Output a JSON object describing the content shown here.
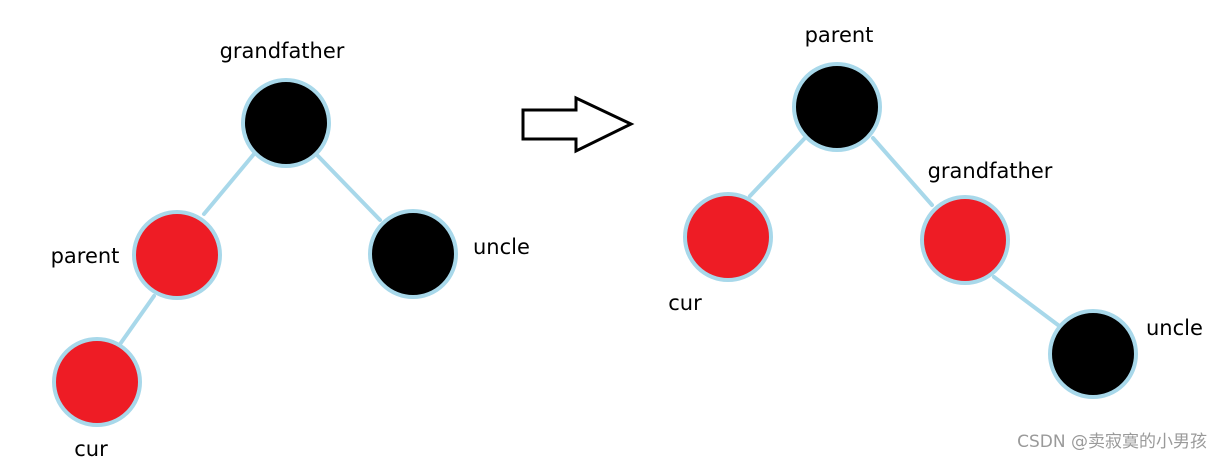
{
  "colors": {
    "black_node": "#000000",
    "red_node": "#ee1c25",
    "edge": "#a8d8ea"
  },
  "before": {
    "nodes": [
      {
        "id": "grandfather",
        "label": "grandfather",
        "color": "black"
      },
      {
        "id": "parent",
        "label": "parent",
        "color": "red"
      },
      {
        "id": "uncle",
        "label": "uncle",
        "color": "black"
      },
      {
        "id": "cur",
        "label": "cur",
        "color": "red"
      }
    ],
    "edges": [
      [
        "grandfather",
        "parent"
      ],
      [
        "grandfather",
        "uncle"
      ],
      [
        "parent",
        "cur"
      ]
    ]
  },
  "after": {
    "nodes": [
      {
        "id": "parent",
        "label": "parent",
        "color": "black"
      },
      {
        "id": "cur",
        "label": "cur",
        "color": "red"
      },
      {
        "id": "grandfather",
        "label": "grandfather",
        "color": "red"
      },
      {
        "id": "uncle",
        "label": "uncle",
        "color": "black"
      }
    ],
    "edges": [
      [
        "parent",
        "cur"
      ],
      [
        "parent",
        "grandfather"
      ],
      [
        "grandfather",
        "uncle"
      ]
    ]
  },
  "transition_arrow": "arrow-right-outline-icon",
  "watermark": "CSDN @卖寂寞的小男孩"
}
